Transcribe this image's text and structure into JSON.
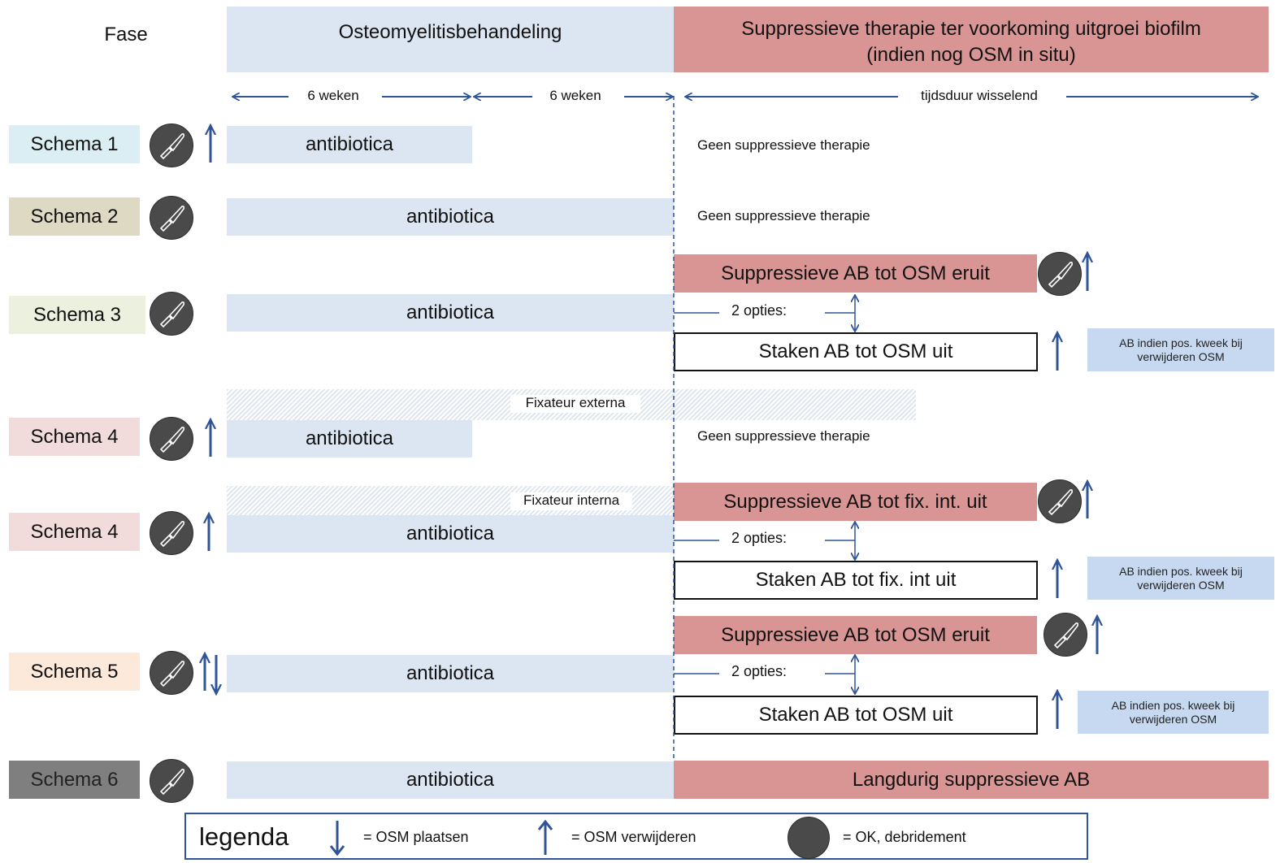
{
  "header": {
    "fase_label": "Fase",
    "phase1": "Osteomyelitisbehandeling",
    "phase2_line1": "Suppressieve therapie ter voorkoming uitgroei biofilm",
    "phase2_line2": "(indien nog OSM in situ)"
  },
  "timeline": {
    "weeks1": "6 weken",
    "weeks2": "6 weken",
    "duration": "tijdsduur wisselend"
  },
  "schemas": [
    {
      "label": "Schema 1",
      "color": "#dbeef3",
      "bar": "antibiotica",
      "right_text": "Geen suppressieve therapie"
    },
    {
      "label": "Schema 2",
      "color": "#ddd9c3",
      "bar": "antibiotica",
      "right_text": "Geen suppressieve therapie"
    },
    {
      "label": "Schema 3",
      "color": "#ebf1de",
      "bar": "antibiotica",
      "suppress": "Suppressieve AB tot OSM eruit",
      "options": "2 opties:",
      "stop": "Staken AB tot OSM uit",
      "note_line1": "AB indien pos. kweek bij",
      "note_line2": "verwijderen OSM"
    },
    {
      "label": "Schema 4",
      "color": "#f2dcdb",
      "bar": "antibiotica",
      "fixateur": "Fixateur externa",
      "right_text": "Geen suppressieve therapie"
    },
    {
      "label": "Schema 4",
      "color": "#f2dcdb",
      "bar": "antibiotica",
      "fixateur": "Fixateur interna",
      "suppress": "Suppressieve AB tot fix. int. uit",
      "options": "2 opties:",
      "stop": "Staken AB tot fix. int uit",
      "note_line1": "AB indien pos. kweek bij",
      "note_line2": "verwijderen OSM"
    },
    {
      "label": "Schema 5",
      "color": "#fde9d9",
      "bar": "antibiotica",
      "suppress": "Suppressieve AB tot OSM eruit",
      "options": "2 opties:",
      "stop": "Staken AB tot OSM uit",
      "note_line1": "AB indien pos. kweek bij",
      "note_line2": "verwijderen OSM"
    },
    {
      "label": "Schema 6",
      "color": "#7f7f7f",
      "bar": "antibiotica",
      "long": "Langdurig suppressieve AB"
    }
  ],
  "legend": {
    "title": "legenda",
    "place": "= OSM plaatsen",
    "remove": "= OSM verwijderen",
    "ok": "= OK, debridement"
  },
  "colors": {
    "arrow": "#2f5597",
    "phase_blue": "#dce6f2",
    "phase_red": "#d99594",
    "note_blue": "#c6d9f0"
  }
}
